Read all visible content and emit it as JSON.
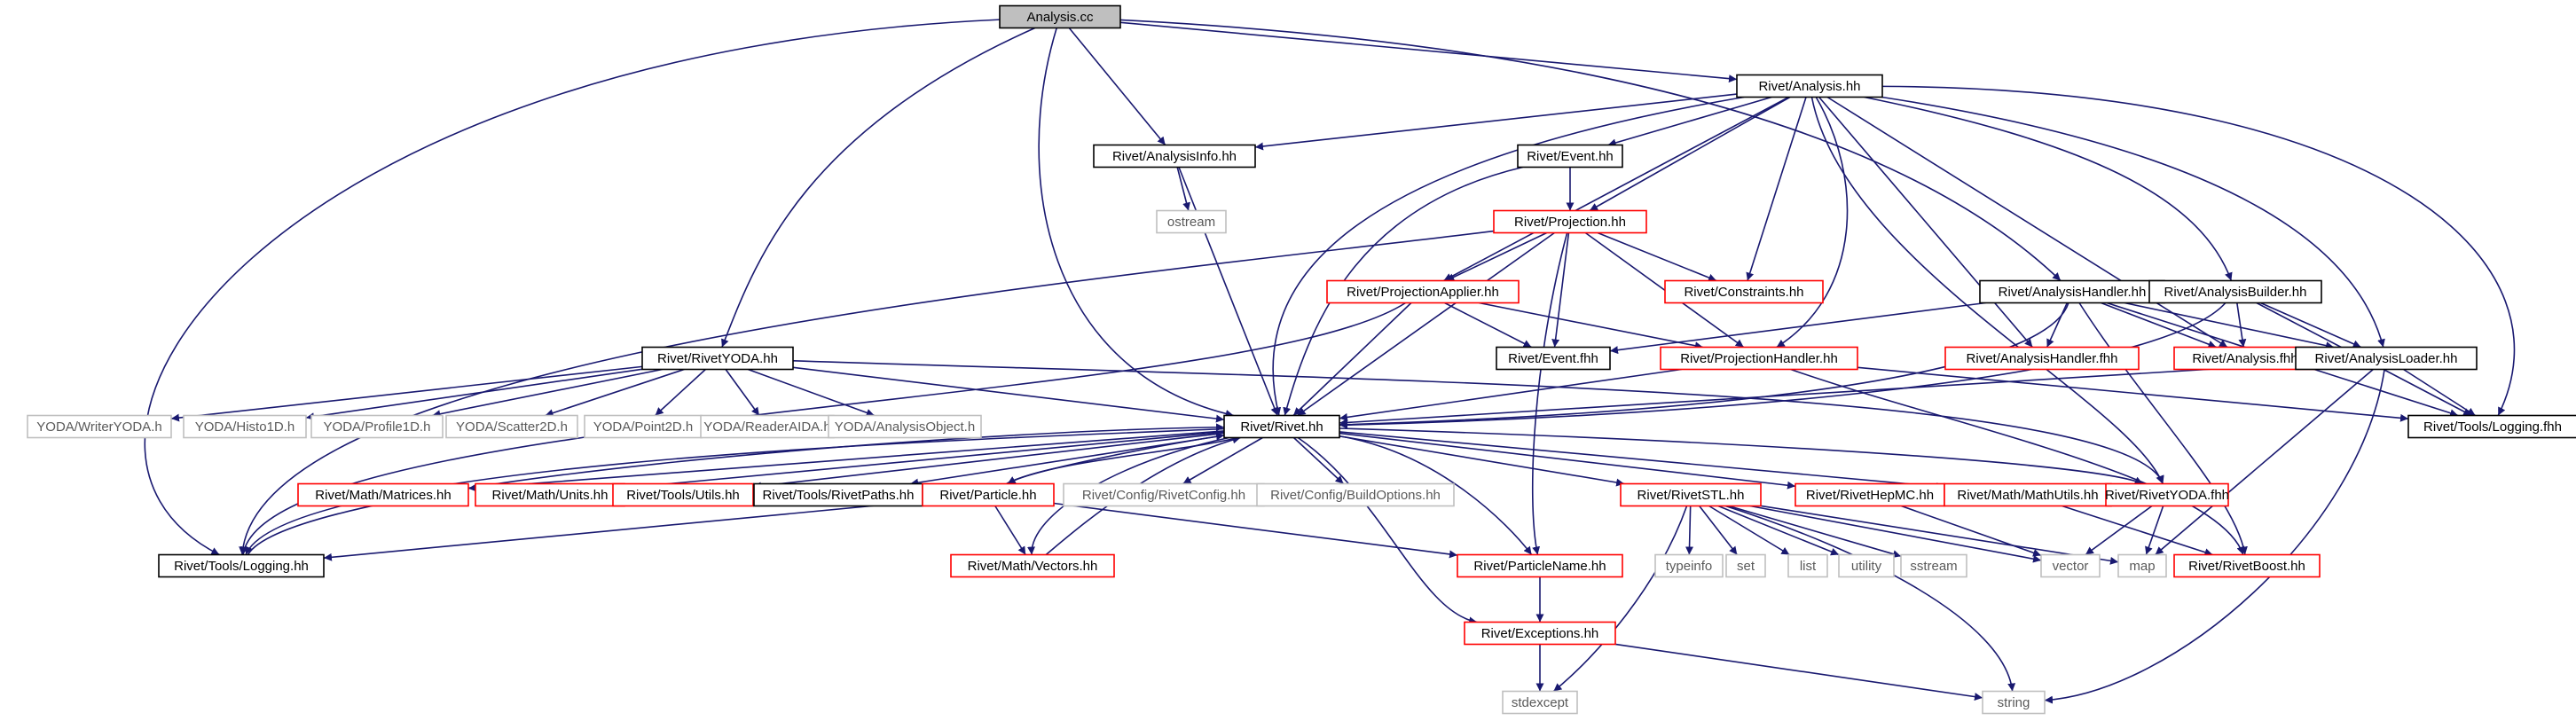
{
  "colors": {
    "edge": "#191970",
    "root_fill": "#bfbfbf",
    "box_black": "#000000",
    "box_red": "#ff0000",
    "box_gray": "#bfbfbf",
    "text_normal": "#000000",
    "text_gray": "#5a5a5a"
  },
  "nodes": [
    {
      "id": "analysis_cc",
      "label": "Analysis.cc",
      "style": "root"
    },
    {
      "id": "rivet_analysis_hh",
      "label": "Rivet/Analysis.hh",
      "style": "black"
    },
    {
      "id": "rivet_analysisinfo_hh",
      "label": "Rivet/AnalysisInfo.hh",
      "style": "black"
    },
    {
      "id": "rivet_event_hh",
      "label": "Rivet/Event.hh",
      "style": "black"
    },
    {
      "id": "rivet_projection_hh",
      "label": "Rivet/Projection.hh",
      "style": "red"
    },
    {
      "id": "ostream",
      "label": "ostream",
      "style": "gray"
    },
    {
      "id": "rivet_projectionapplier_hh",
      "label": "Rivet/ProjectionApplier.hh",
      "style": "red"
    },
    {
      "id": "rivet_constraints_hh",
      "label": "Rivet/Constraints.hh",
      "style": "red"
    },
    {
      "id": "rivet_event_fhh",
      "label": "Rivet/Event.fhh",
      "style": "black"
    },
    {
      "id": "rivet_projectionhandler_hh",
      "label": "Rivet/ProjectionHandler.hh",
      "style": "red"
    },
    {
      "id": "rivet_analysishandler_hh",
      "label": "Rivet/AnalysisHandler.hh",
      "style": "black"
    },
    {
      "id": "rivet_analysishandler_fhh",
      "label": "Rivet/AnalysisHandler.fhh",
      "style": "red"
    },
    {
      "id": "rivet_analysis_fhh",
      "label": "Rivet/Analysis.fhh",
      "style": "red"
    },
    {
      "id": "rivet_analysisbuilder_hh",
      "label": "Rivet/AnalysisBuilder.hh",
      "style": "black"
    },
    {
      "id": "rivet_analysisloader_hh",
      "label": "Rivet/AnalysisLoader.hh",
      "style": "black"
    },
    {
      "id": "rivet_tools_logging_fhh",
      "label": "Rivet/Tools/Logging.fhh",
      "style": "black"
    },
    {
      "id": "rivet_rivetyoda_hh",
      "label": "Rivet/RivetYODA.hh",
      "style": "black"
    },
    {
      "id": "yoda_writeryoda_h",
      "label": "YODA/WriterYODA.h",
      "style": "gray"
    },
    {
      "id": "yoda_histo1d_h",
      "label": "YODA/Histo1D.h",
      "style": "gray"
    },
    {
      "id": "yoda_profile1d_h",
      "label": "YODA/Profile1D.h",
      "style": "gray"
    },
    {
      "id": "yoda_scatter2d_h",
      "label": "YODA/Scatter2D.h",
      "style": "gray"
    },
    {
      "id": "yoda_point2d_h",
      "label": "YODA/Point2D.h",
      "style": "gray"
    },
    {
      "id": "yoda_readeraida_h",
      "label": "YODA/ReaderAIDA.h",
      "style": "gray"
    },
    {
      "id": "yoda_analysisobject_h",
      "label": "YODA/AnalysisObject.h",
      "style": "gray"
    },
    {
      "id": "rivet_rivet_hh",
      "label": "Rivet/Rivet.hh",
      "style": "black"
    },
    {
      "id": "rivet_math_matrices_hh",
      "label": "Rivet/Math/Matrices.hh",
      "style": "red"
    },
    {
      "id": "rivet_math_units_hh",
      "label": "Rivet/Math/Units.hh",
      "style": "red"
    },
    {
      "id": "rivet_tools_utils_hh",
      "label": "Rivet/Tools/Utils.hh",
      "style": "red"
    },
    {
      "id": "rivet_tools_rivetpaths_hh",
      "label": "Rivet/Tools/RivetPaths.hh",
      "style": "black"
    },
    {
      "id": "rivet_particle_hh",
      "label": "Rivet/Particle.hh",
      "style": "red"
    },
    {
      "id": "rivet_config_rivetconfig_hh",
      "label": "Rivet/Config/RivetConfig.hh",
      "style": "gray"
    },
    {
      "id": "rivet_config_buildoptions_hh",
      "label": "Rivet/Config/BuildOptions.hh",
      "style": "gray"
    },
    {
      "id": "rivet_rivetstl_hh",
      "label": "Rivet/RivetSTL.hh",
      "style": "red"
    },
    {
      "id": "rivet_rivethepmc_hh",
      "label": "Rivet/RivetHepMC.hh",
      "style": "red"
    },
    {
      "id": "rivet_math_mathutils_hh",
      "label": "Rivet/Math/MathUtils.hh",
      "style": "red"
    },
    {
      "id": "rivet_rivetyoda_fhh",
      "label": "Rivet/RivetYODA.fhh",
      "style": "red"
    },
    {
      "id": "rivet_tools_logging_hh",
      "label": "Rivet/Tools/Logging.hh",
      "style": "black"
    },
    {
      "id": "rivet_math_vectors_hh",
      "label": "Rivet/Math/Vectors.hh",
      "style": "red"
    },
    {
      "id": "rivet_particlename_hh",
      "label": "Rivet/ParticleName.hh",
      "style": "red"
    },
    {
      "id": "typeinfo",
      "label": "typeinfo",
      "style": "gray"
    },
    {
      "id": "set",
      "label": "set",
      "style": "gray"
    },
    {
      "id": "list",
      "label": "list",
      "style": "gray"
    },
    {
      "id": "utility",
      "label": "utility",
      "style": "gray"
    },
    {
      "id": "sstream",
      "label": "sstream",
      "style": "gray"
    },
    {
      "id": "vector",
      "label": "vector",
      "style": "gray"
    },
    {
      "id": "map",
      "label": "map",
      "style": "gray"
    },
    {
      "id": "rivet_rivetboost_hh",
      "label": "Rivet/RivetBoost.hh",
      "style": "red"
    },
    {
      "id": "rivet_exceptions_hh",
      "label": "Rivet/Exceptions.hh",
      "style": "red"
    },
    {
      "id": "stdexcept",
      "label": "stdexcept",
      "style": "gray"
    },
    {
      "id": "string",
      "label": "string",
      "style": "gray"
    }
  ],
  "edges": [
    [
      "analysis_cc",
      "rivet_analysis_hh"
    ],
    [
      "analysis_cc",
      "rivet_analysisinfo_hh"
    ],
    [
      "analysis_cc",
      "rivet_rivetyoda_hh"
    ],
    [
      "analysis_cc",
      "rivet_rivet_hh"
    ],
    [
      "analysis_cc",
      "rivet_analysishandler_hh"
    ],
    [
      "analysis_cc",
      "rivet_tools_logging_hh"
    ],
    [
      "rivet_analysis_hh",
      "rivet_analysisinfo_hh"
    ],
    [
      "rivet_analysis_hh",
      "rivet_event_hh"
    ],
    [
      "rivet_analysis_hh",
      "rivet_projection_hh"
    ],
    [
      "rivet_analysis_hh",
      "rivet_projectionapplier_hh"
    ],
    [
      "rivet_analysis_hh",
      "rivet_constraints_hh"
    ],
    [
      "rivet_analysis_hh",
      "rivet_projectionhandler_hh"
    ],
    [
      "rivet_analysis_hh",
      "rivet_analysishandler_fhh"
    ],
    [
      "rivet_analysis_hh",
      "rivet_analysis_fhh"
    ],
    [
      "rivet_analysis_hh",
      "rivet_analysisbuilder_hh"
    ],
    [
      "rivet_analysis_hh",
      "rivet_analysisloader_hh"
    ],
    [
      "rivet_analysis_hh",
      "rivet_tools_logging_fhh"
    ],
    [
      "rivet_analysis_hh",
      "rivet_rivet_hh"
    ],
    [
      "rivet_analysis_hh",
      "rivet_rivetyoda_fhh"
    ],
    [
      "rivet_analysisinfo_hh",
      "ostream"
    ],
    [
      "rivet_analysisinfo_hh",
      "rivet_rivet_hh"
    ],
    [
      "rivet_event_hh",
      "rivet_projection_hh"
    ],
    [
      "rivet_event_hh",
      "rivet_rivet_hh"
    ],
    [
      "rivet_projection_hh",
      "rivet_projectionapplier_hh"
    ],
    [
      "rivet_projection_hh",
      "rivet_constraints_hh"
    ],
    [
      "rivet_projection_hh",
      "rivet_event_fhh"
    ],
    [
      "rivet_projection_hh",
      "rivet_projectionhandler_hh"
    ],
    [
      "rivet_projection_hh",
      "rivet_rivet_hh"
    ],
    [
      "rivet_projection_hh",
      "rivet_particlename_hh"
    ],
    [
      "rivet_projection_hh",
      "rivet_tools_logging_hh"
    ],
    [
      "rivet_projectionapplier_hh",
      "rivet_event_fhh"
    ],
    [
      "rivet_projectionapplier_hh",
      "rivet_projectionhandler_hh"
    ],
    [
      "rivet_projectionapplier_hh",
      "rivet_rivet_hh"
    ],
    [
      "rivet_projectionapplier_hh",
      "rivet_tools_logging_hh"
    ],
    [
      "rivet_projectionhandler_hh",
      "rivet_rivet_hh"
    ],
    [
      "rivet_projectionhandler_hh",
      "rivet_tools_logging_fhh"
    ],
    [
      "rivet_projectionhandler_hh",
      "rivet_rivetboost_hh"
    ],
    [
      "rivet_analysishandler_hh",
      "rivet_event_fhh"
    ],
    [
      "rivet_analysishandler_hh",
      "rivet_analysishandler_fhh"
    ],
    [
      "rivet_analysishandler_hh",
      "rivet_analysis_fhh"
    ],
    [
      "rivet_analysishandler_hh",
      "rivet_analysisloader_hh"
    ],
    [
      "rivet_analysishandler_hh",
      "rivet_rivet_hh"
    ],
    [
      "rivet_analysishandler_hh",
      "rivet_rivetboost_hh"
    ],
    [
      "rivet_analysishandler_hh",
      "rivet_tools_logging_fhh"
    ],
    [
      "rivet_analysisbuilder_hh",
      "rivet_analysis_fhh"
    ],
    [
      "rivet_analysisbuilder_hh",
      "rivet_analysisloader_hh"
    ],
    [
      "rivet_analysisbuilder_hh",
      "rivet_tools_logging_fhh"
    ],
    [
      "rivet_analysisbuilder_hh",
      "rivet_rivet_hh"
    ],
    [
      "rivet_analysisloader_hh",
      "rivet_rivet_hh"
    ],
    [
      "rivet_analysisloader_hh",
      "rivet_tools_logging_fhh"
    ],
    [
      "rivet_analysisloader_hh",
      "map"
    ],
    [
      "rivet_analysisloader_hh",
      "string"
    ],
    [
      "rivet_rivetyoda_hh",
      "yoda_writeryoda_h"
    ],
    [
      "rivet_rivetyoda_hh",
      "yoda_histo1d_h"
    ],
    [
      "rivet_rivetyoda_hh",
      "yoda_profile1d_h"
    ],
    [
      "rivet_rivetyoda_hh",
      "yoda_scatter2d_h"
    ],
    [
      "rivet_rivetyoda_hh",
      "yoda_point2d_h"
    ],
    [
      "rivet_rivetyoda_hh",
      "yoda_readeraida_h"
    ],
    [
      "rivet_rivetyoda_hh",
      "yoda_analysisobject_h"
    ],
    [
      "rivet_rivetyoda_hh",
      "rivet_rivet_hh"
    ],
    [
      "rivet_rivetyoda_hh",
      "rivet_rivetyoda_fhh"
    ],
    [
      "rivet_rivet_hh",
      "rivet_math_matrices_hh"
    ],
    [
      "rivet_rivet_hh",
      "rivet_math_units_hh"
    ],
    [
      "rivet_rivet_hh",
      "rivet_tools_utils_hh"
    ],
    [
      "rivet_rivet_hh",
      "rivet_tools_rivetpaths_hh"
    ],
    [
      "rivet_rivet_hh",
      "rivet_particle_hh"
    ],
    [
      "rivet_rivet_hh",
      "rivet_config_rivetconfig_hh"
    ],
    [
      "rivet_rivet_hh",
      "rivet_config_buildoptions_hh"
    ],
    [
      "rivet_rivet_hh",
      "rivet_rivetstl_hh"
    ],
    [
      "rivet_rivet_hh",
      "rivet_rivethepmc_hh"
    ],
    [
      "rivet_rivet_hh",
      "rivet_math_mathutils_hh"
    ],
    [
      "rivet_rivet_hh",
      "rivet_rivetyoda_fhh"
    ],
    [
      "rivet_rivet_hh",
      "rivet_math_vectors_hh"
    ],
    [
      "rivet_rivet_hh",
      "rivet_particlename_hh"
    ],
    [
      "rivet_rivet_hh",
      "rivet_exceptions_hh"
    ],
    [
      "rivet_rivet_hh",
      "rivet_tools_logging_hh"
    ],
    [
      "rivet_particle_hh",
      "rivet_rivet_hh"
    ],
    [
      "rivet_particle_hh",
      "rivet_math_vectors_hh"
    ],
    [
      "rivet_particle_hh",
      "rivet_particlename_hh"
    ],
    [
      "rivet_particle_hh",
      "rivet_tools_logging_hh"
    ],
    [
      "rivet_tools_logging_hh",
      "rivet_rivet_hh"
    ],
    [
      "rivet_math_vectors_hh",
      "rivet_rivet_hh"
    ],
    [
      "rivet_rivetstl_hh",
      "typeinfo"
    ],
    [
      "rivet_rivetstl_hh",
      "set"
    ],
    [
      "rivet_rivetstl_hh",
      "list"
    ],
    [
      "rivet_rivetstl_hh",
      "utility"
    ],
    [
      "rivet_rivetstl_hh",
      "sstream"
    ],
    [
      "rivet_rivetstl_hh",
      "vector"
    ],
    [
      "rivet_rivetstl_hh",
      "map"
    ],
    [
      "rivet_rivetstl_hh",
      "string"
    ],
    [
      "rivet_rivetstl_hh",
      "stdexcept"
    ],
    [
      "rivet_rivethepmc_hh",
      "vector"
    ],
    [
      "rivet_math_mathutils_hh",
      "rivet_rivetboost_hh"
    ],
    [
      "rivet_rivetyoda_fhh",
      "vector"
    ],
    [
      "rivet_rivetyoda_fhh",
      "map"
    ],
    [
      "rivet_particlename_hh",
      "rivet_exceptions_hh"
    ],
    [
      "rivet_exceptions_hh",
      "stdexcept"
    ],
    [
      "rivet_exceptions_hh",
      "string"
    ]
  ]
}
